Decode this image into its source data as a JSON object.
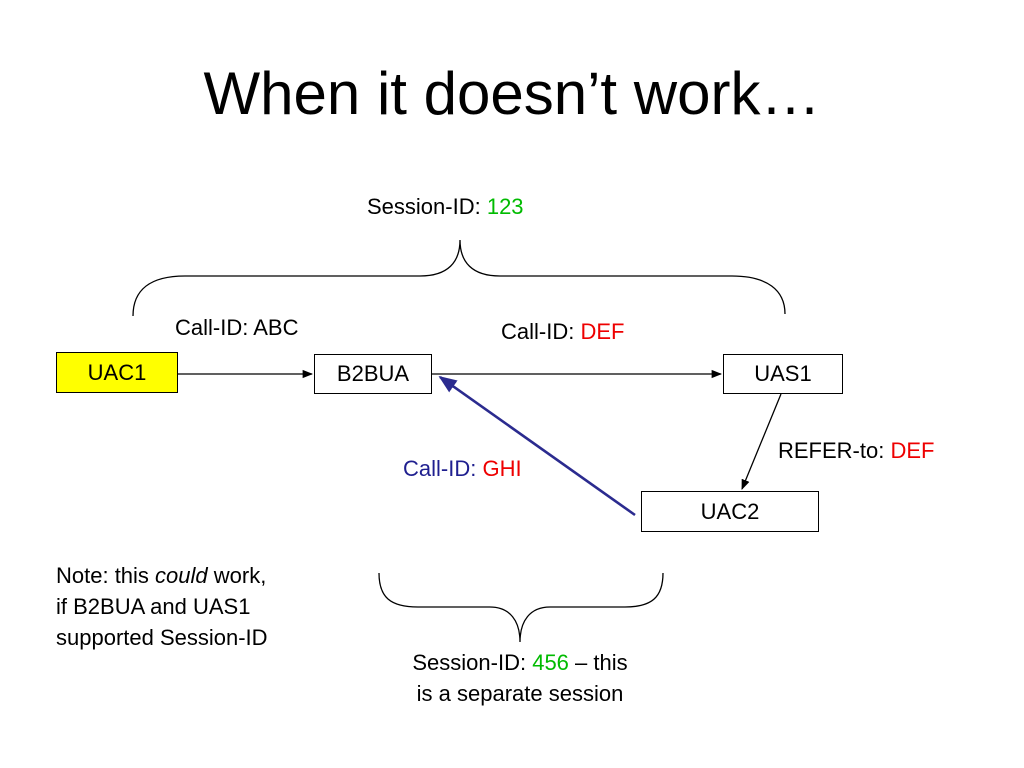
{
  "title": "When it doesn’t work…",
  "session_top": {
    "prefix": "Session-ID: ",
    "value": "123"
  },
  "session_bottom": {
    "prefix": "Session-ID: ",
    "value": "456",
    "suffix": " – this",
    "line2": "is a separate session"
  },
  "nodes": {
    "uac1": "UAC1",
    "b2bua": "B2BUA",
    "uas1": "UAS1",
    "uac2": "UAC2"
  },
  "labels": {
    "call_abc": "Call-ID: ABC",
    "call_def_prefix": "Call-ID: ",
    "call_def_value": "DEF",
    "call_ghi_prefix": "Call-ID: ",
    "call_ghi_value": "GHI",
    "refer_prefix": "REFER-to: ",
    "refer_value": "DEF"
  },
  "note": {
    "part1": "Note: this ",
    "emphasis": "could",
    "part2": " work,",
    "line2": "if B2BUA and UAS1",
    "line3": "supported Session-ID"
  },
  "colors": {
    "highlight_box": "#ffff00",
    "session_value": "#00bb00",
    "call_id_value": "#ee0000",
    "return_arrow": "#2b2b8f"
  }
}
